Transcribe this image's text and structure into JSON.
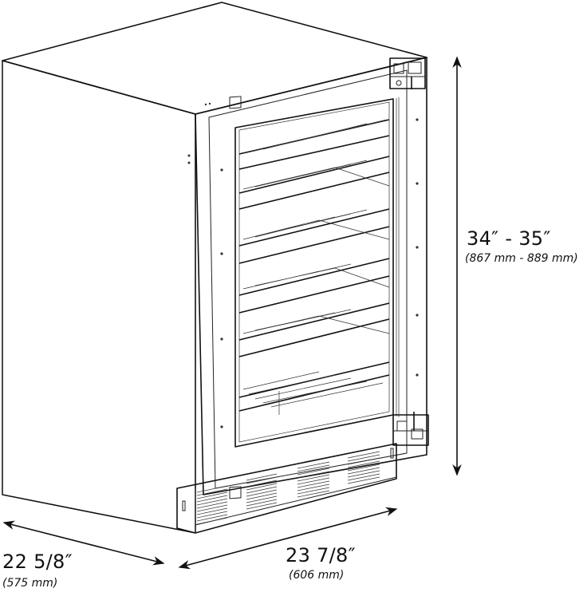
{
  "diagram": {
    "subject": "under-counter wine cooler, panel-ready glass door, dimension drawing",
    "stroke_color": "#111111",
    "background_color": "#ffffff"
  },
  "dimensions": {
    "height": {
      "imperial": "34″ - 35″",
      "metric": "(867 mm - 889 mm)"
    },
    "width": {
      "imperial": "23 7/8″",
      "metric": "(606 mm)"
    },
    "depth": {
      "imperial": "22 5/8″",
      "metric": "(575 mm)"
    }
  }
}
